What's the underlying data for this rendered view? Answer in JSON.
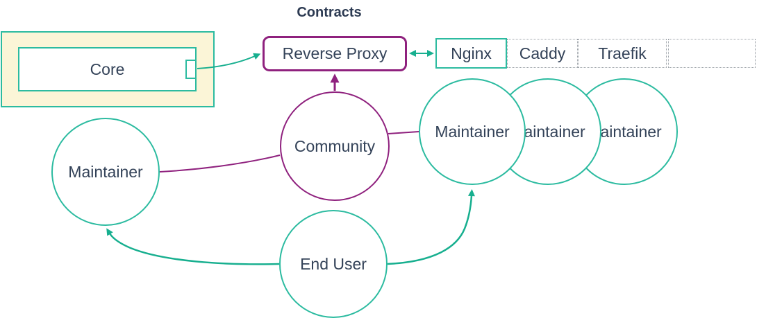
{
  "title": "Contracts",
  "colors": {
    "teal_border": "#2cbba0",
    "teal_edge": "#17af8f",
    "purple": "#8f217e",
    "core_fill": "#fbf5d7",
    "text": "#334258",
    "dotted_border": "#9aa0a6",
    "node_fill": "#ffffff"
  },
  "nodes": {
    "core": {
      "label": "Core"
    },
    "reverse_proxy": {
      "label": "Reverse Proxy"
    },
    "community": {
      "label": "Community"
    },
    "end_user": {
      "label": "End User"
    },
    "maintainer_left": {
      "label": "Maintainer"
    },
    "maintainers_right": [
      {
        "label": "Maintainer"
      },
      {
        "label": "Maintainer"
      },
      {
        "label": "Maintainer"
      }
    ],
    "proxy_table": {
      "cells": [
        {
          "label": "Nginx",
          "border_style": "solid-teal"
        },
        {
          "label": "Caddy",
          "border_style": "dotted-gray"
        },
        {
          "label": "Traefik",
          "border_style": "dotted-gray"
        },
        {
          "label": "",
          "border_style": "dotted-gray"
        }
      ]
    }
  },
  "edges": [
    {
      "from": "core",
      "to": "reverse_proxy",
      "type": "arrow",
      "color": "teal"
    },
    {
      "from": "reverse_proxy",
      "to": "nginx-cell",
      "type": "double-arrow",
      "color": "teal"
    },
    {
      "from": "community",
      "to": "reverse_proxy",
      "type": "arrow",
      "color": "purple"
    },
    {
      "from": "community",
      "to": "maintainer_left",
      "type": "line",
      "color": "purple"
    },
    {
      "from": "community",
      "to": "maintainer_right_1",
      "type": "line",
      "color": "purple"
    },
    {
      "from": "end_user",
      "to": "maintainer_left",
      "type": "arrow",
      "color": "teal"
    },
    {
      "from": "end_user",
      "to": "maintainer_right_1",
      "type": "arrow",
      "color": "teal"
    }
  ]
}
